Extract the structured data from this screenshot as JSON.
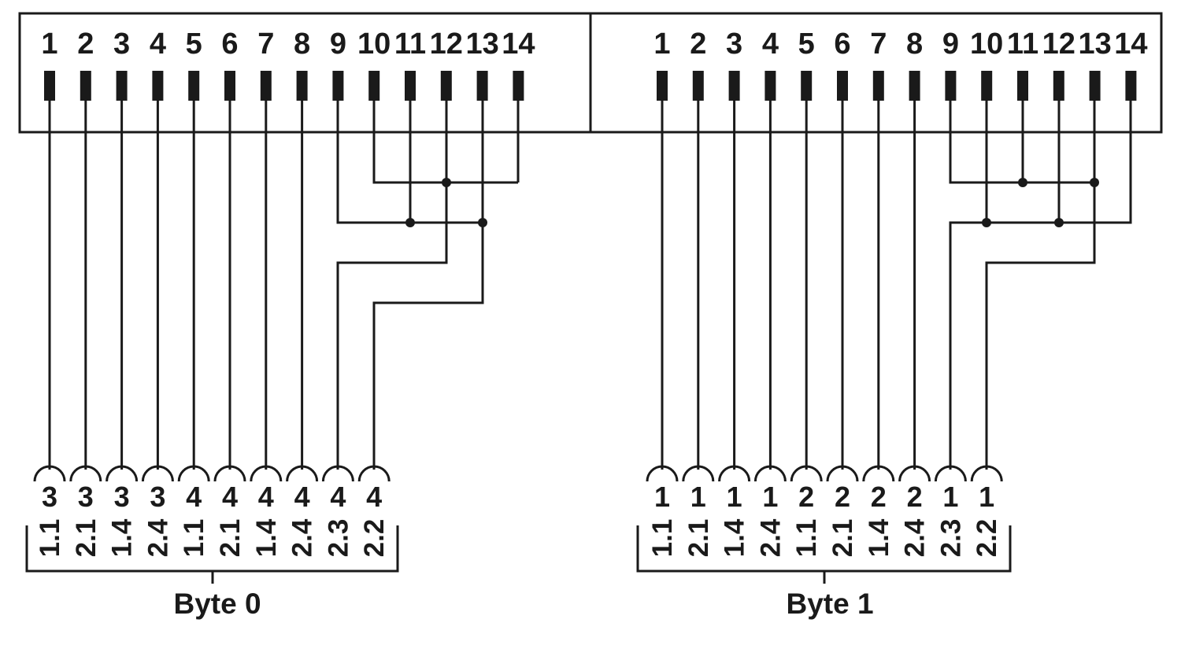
{
  "header": {
    "left_pins": [
      "1",
      "2",
      "3",
      "4",
      "5",
      "6",
      "7",
      "8",
      "9",
      "10",
      "11",
      "12",
      "13",
      "14"
    ],
    "right_pins": [
      "1",
      "2",
      "3",
      "4",
      "5",
      "6",
      "7",
      "8",
      "9",
      "10",
      "11",
      "12",
      "13",
      "14"
    ]
  },
  "groups": [
    {
      "label": "Byte 0",
      "connectors": [
        {
          "top": "3",
          "sub": "1.1"
        },
        {
          "top": "3",
          "sub": "2.1"
        },
        {
          "top": "3",
          "sub": "1.4"
        },
        {
          "top": "3",
          "sub": "2.4"
        },
        {
          "top": "4",
          "sub": "1.1"
        },
        {
          "top": "4",
          "sub": "2.1"
        },
        {
          "top": "4",
          "sub": "1.4"
        },
        {
          "top": "4",
          "sub": "2.4"
        },
        {
          "top": "4",
          "sub": "2.3"
        },
        {
          "top": "4",
          "sub": "2.2"
        }
      ]
    },
    {
      "label": "Byte 1",
      "connectors": [
        {
          "top": "1",
          "sub": "1.1"
        },
        {
          "top": "1",
          "sub": "2.1"
        },
        {
          "top": "1",
          "sub": "1.4"
        },
        {
          "top": "1",
          "sub": "2.4"
        },
        {
          "top": "2",
          "sub": "1.1"
        },
        {
          "top": "2",
          "sub": "2.1"
        },
        {
          "top": "2",
          "sub": "1.4"
        },
        {
          "top": "2",
          "sub": "2.4"
        },
        {
          "top": "1",
          "sub": "2.3"
        },
        {
          "top": "1",
          "sub": "2.2"
        }
      ]
    }
  ]
}
